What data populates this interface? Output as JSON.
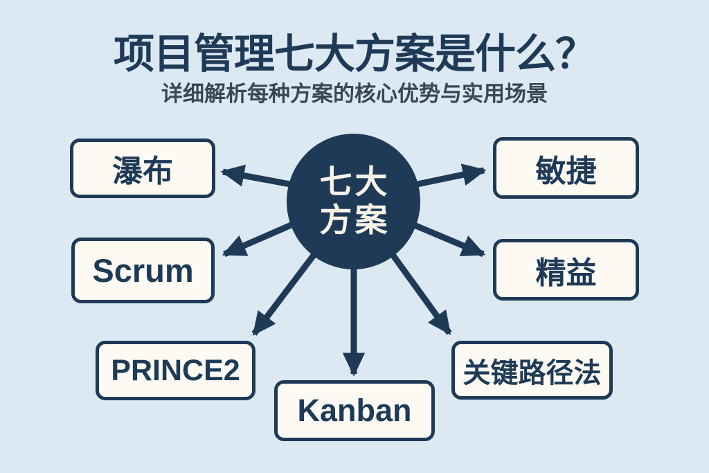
{
  "title": "项目管理七大方案是什么？",
  "subtitle": "详细解析每种方案的核心优势与实用场景",
  "center_node": {
    "line1": "七大",
    "line2": "方案",
    "full_label": "七大方案"
  },
  "nodes": [
    {
      "id": "waterfall",
      "label": "瀑布",
      "position": "top-left"
    },
    {
      "id": "agile",
      "label": "敏捷",
      "position": "top-right"
    },
    {
      "id": "scrum",
      "label": "Scrum",
      "position": "middle-left"
    },
    {
      "id": "lean",
      "label": "精益",
      "position": "middle-right"
    },
    {
      "id": "prince2",
      "label": "PRINCE2",
      "position": "bottom-left"
    },
    {
      "id": "kanban",
      "label": "Kanban",
      "position": "bottom-center"
    },
    {
      "id": "cpm",
      "label": "关键路径法",
      "position": "bottom-right"
    }
  ],
  "colors": {
    "background": "#dde9f2",
    "navy": "#1e3a57",
    "box_fill": "#fcfaf3",
    "center_text": "#f8f4e9",
    "subtitle_text": "#394754"
  }
}
